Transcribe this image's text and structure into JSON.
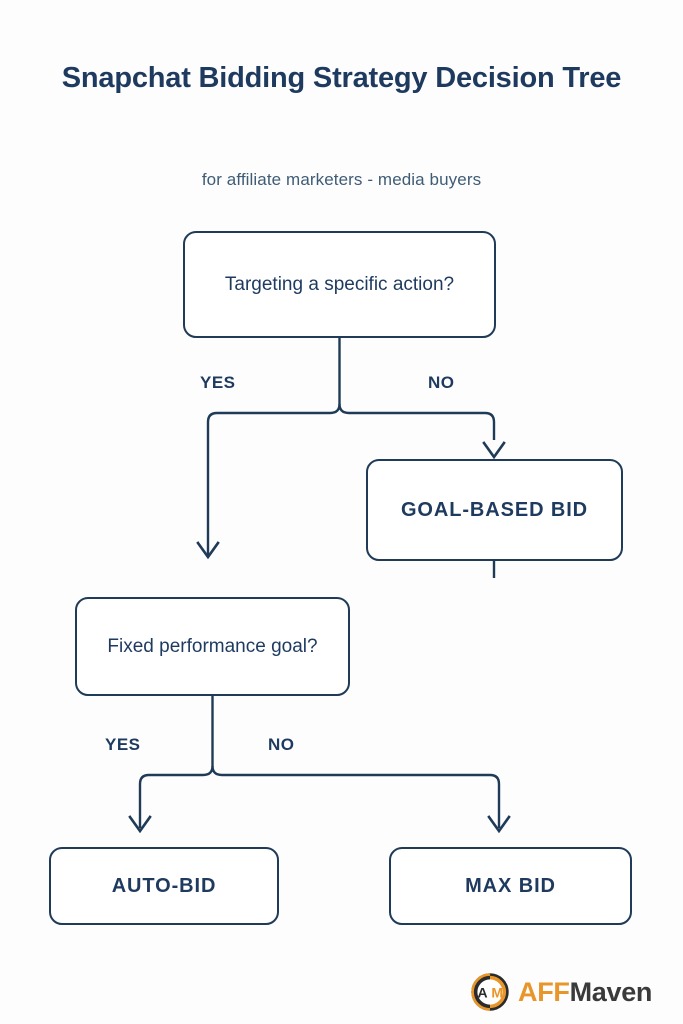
{
  "header": {
    "title": "Snapchat Bidding Strategy Decision Tree",
    "subtitle": "for affiliate marketers - media buyers"
  },
  "colors": {
    "background": "#fdfdfd",
    "line": "#1f3b57",
    "text_navy": "#1e3a5f",
    "subtitle_text": "#3f5c76",
    "logo_orange": "#e8952a",
    "logo_dark": "#3a3a3a"
  },
  "diagram": {
    "type": "decision-tree",
    "nodes": [
      {
        "id": "root",
        "label": "Targeting a specific action?",
        "kind": "question"
      },
      {
        "id": "goal_based",
        "label": "GOAL-BASED BID",
        "kind": "terminal"
      },
      {
        "id": "fixed",
        "label": "Fixed performance goal?",
        "kind": "question"
      },
      {
        "id": "auto_bid",
        "label": "AUTO-BID",
        "kind": "terminal"
      },
      {
        "id": "max_bid",
        "label": "MAX BID",
        "kind": "terminal"
      }
    ],
    "edges": [
      {
        "from": "root",
        "to": "fixed",
        "label": "YES"
      },
      {
        "from": "root",
        "to": "goal_based",
        "label": "NO"
      },
      {
        "from": "fixed",
        "to": "auto_bid",
        "label": "YES"
      },
      {
        "from": "fixed",
        "to": "max_bid",
        "label": "NO"
      }
    ],
    "branch_labels": {
      "level1_yes": "YES",
      "level1_no": "NO",
      "level2_yes": "YES",
      "level2_no": "NO"
    }
  },
  "logo": {
    "mark_left_letter": "A",
    "mark_right_letter": "M",
    "text_primary": "AFF",
    "text_secondary": "Maven"
  }
}
